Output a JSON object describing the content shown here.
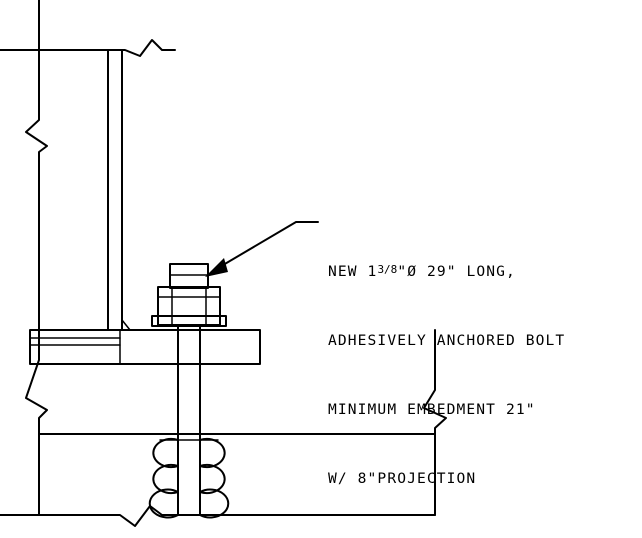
{
  "callout": {
    "line1_prefix": "NEW 1",
    "line1_fraction": "3/8",
    "line1_suffix": "\"Ø 29\" LONG,",
    "line2": "ADHESIVELY ANCHORED BOLT",
    "line3": "MINIMUM EMBEDMENT 21\"",
    "line4": "W/ 8\"PROJECTION"
  }
}
